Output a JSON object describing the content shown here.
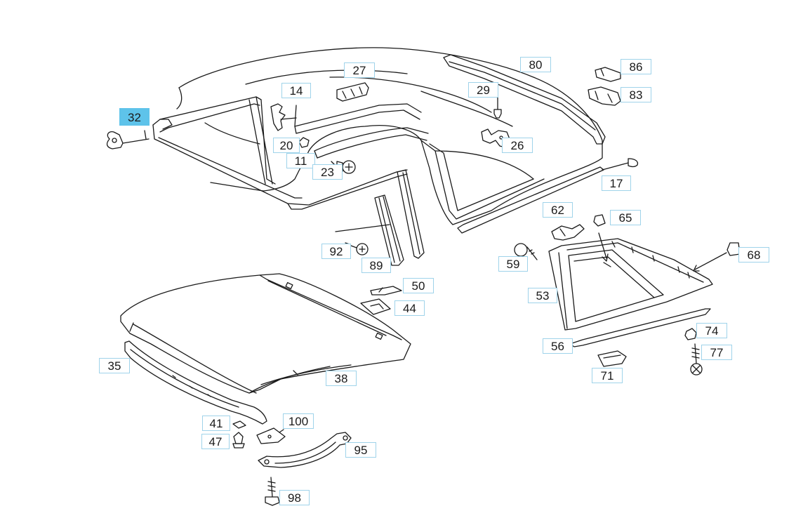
{
  "parts": [
    {
      "id": "p32",
      "label": "32",
      "selected": true
    },
    {
      "id": "p14",
      "label": "14"
    },
    {
      "id": "p27",
      "label": "27"
    },
    {
      "id": "p80",
      "label": "80"
    },
    {
      "id": "p86",
      "label": "86"
    },
    {
      "id": "p83",
      "label": "83"
    },
    {
      "id": "p29",
      "label": "29"
    },
    {
      "id": "p20",
      "label": "20"
    },
    {
      "id": "p11",
      "label": "11"
    },
    {
      "id": "p23",
      "label": "23"
    },
    {
      "id": "p26",
      "label": "26"
    },
    {
      "id": "p17",
      "label": "17"
    },
    {
      "id": "p62",
      "label": "62"
    },
    {
      "id": "p65",
      "label": "65"
    },
    {
      "id": "p92",
      "label": "92"
    },
    {
      "id": "p89",
      "label": "89"
    },
    {
      "id": "p59",
      "label": "59"
    },
    {
      "id": "p68",
      "label": "68"
    },
    {
      "id": "p50",
      "label": "50"
    },
    {
      "id": "p53",
      "label": "53"
    },
    {
      "id": "p44",
      "label": "44"
    },
    {
      "id": "p74",
      "label": "74"
    },
    {
      "id": "p56",
      "label": "56"
    },
    {
      "id": "p77",
      "label": "77"
    },
    {
      "id": "p35",
      "label": "35"
    },
    {
      "id": "p38",
      "label": "38"
    },
    {
      "id": "p71",
      "label": "71"
    },
    {
      "id": "p41",
      "label": "41"
    },
    {
      "id": "p100",
      "label": "100"
    },
    {
      "id": "p47",
      "label": "47"
    },
    {
      "id": "p95",
      "label": "95"
    },
    {
      "id": "p98",
      "label": "98"
    }
  ],
  "colors": {
    "line": "#1a1a1a",
    "label_border": "#9fd3ea",
    "label_selected": "#5ec3ea"
  }
}
